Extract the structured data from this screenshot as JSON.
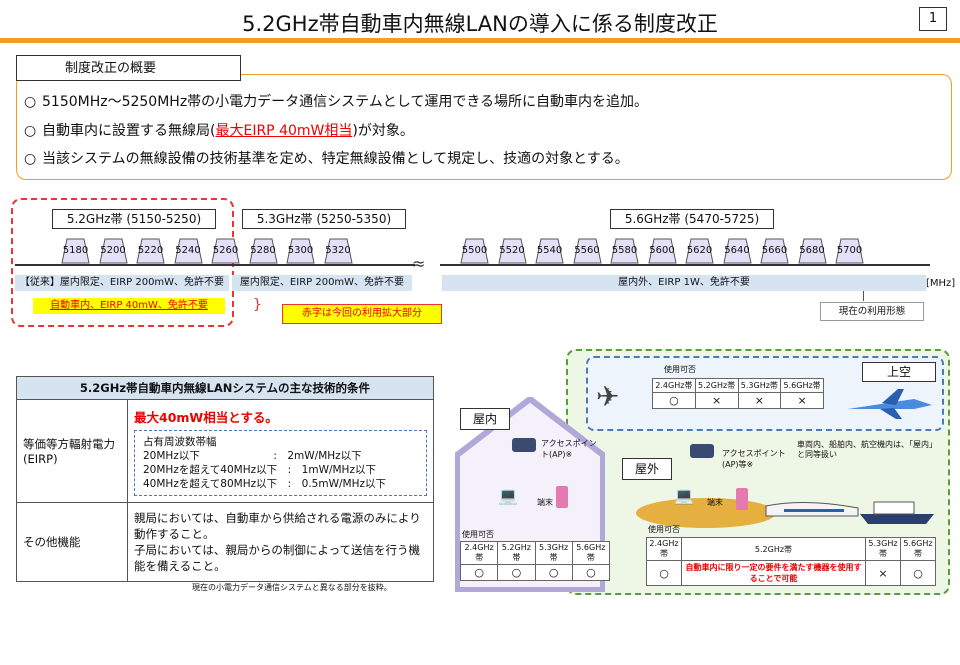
{
  "header": {
    "title": "5.2GHz帯自動車内無線LANの導入に係る制度改正",
    "page_number": "1"
  },
  "summary": {
    "label": "制度改正の概要",
    "bullets": [
      {
        "mark": "○",
        "text": "5150MHz〜5250MHz帯の小電力データ通信システムとして運用できる場所に自動車内を追加。"
      },
      {
        "mark": "○",
        "pre": "自動車内に設置する無線局(",
        "em": "最大EIRP 40mW相当",
        "post": ")が対象。"
      },
      {
        "mark": "○",
        "text": "当該システムの無線設備の技術基準を定め、特定無線設備として規定し、技適の対象とする。"
      }
    ]
  },
  "bands": {
    "labels": [
      "5.2GHz帯 (5150-5250)",
      "5.3GHz帯 (5250-5350)",
      "5.6GHz帯 (5470-5725)"
    ],
    "channels_low": [
      "5180",
      "5200",
      "5220",
      "5240",
      "5260",
      "5280",
      "5300",
      "5320"
    ],
    "channels_high": [
      "5500",
      "5520",
      "5540",
      "5560",
      "5580",
      "5600",
      "5620",
      "5640",
      "5660",
      "5680",
      "5700"
    ],
    "unit": "[MHz]",
    "row1": [
      "【従来】屋内限定、EIRP 200mW、免許不要",
      "屋内限定、EIRP 200mW、免許不要",
      "屋内外、EIRP 1W、免許不要"
    ],
    "new_use": "自動車内、EIRP 40mW、免許不要",
    "note_red": "赤字は今回の利用拡大部分",
    "note_current": "現在の利用形態"
  },
  "spec_table": {
    "title": "5.2GHz帯自動車内無線LANシステムの主な技術的条件",
    "row1_label": "等価等方輻射電力(EIRP)",
    "row1_red": "最大40mW相当とする。",
    "bw_title": "占有周波数帯幅",
    "bw_lines": [
      "20MHz以下　　　　　　　:　2mW/MHz以下",
      "20MHzを超えて40MHz以下　:　1mW/MHz以下",
      "40MHzを超えて80MHz以下　:　0.5mW/MHz以下"
    ],
    "row2_label": "その他機能",
    "row2_text1": "親局においては、自動車から供給される電源のみにより動作すること。",
    "row2_text2": "子局においては、親局からの制御によって送信を行う機能を備えること。",
    "footnote": "現在の小電力データ通信システムと異なる部分を抜粋。"
  },
  "illustration": {
    "sky_label": "上空",
    "indoor_label": "屋内",
    "outdoor_label": "屋外",
    "usable": "使用可否",
    "bands_short": [
      "2.4GHz帯",
      "5.2GHz帯",
      "5.3GHz帯",
      "5.6GHz帯"
    ],
    "sky_values": [
      "○",
      "×",
      "×",
      "×"
    ],
    "indoor_values": [
      "○",
      "○",
      "○",
      "○"
    ],
    "outdoor_24": "○",
    "outdoor_52": "自動車内に限り一定の要件を満たす機器を使用することで可能",
    "outdoor_53": "×",
    "outdoor_56": "○",
    "ap_label": "アクセスポイント(AP)※",
    "ap_label2": "アクセスポイント(AP)等※",
    "terminal": "端末",
    "vehicle_note": "車両内、船舶内、航空機内は、「屋内」と同等扱い",
    "colors": {
      "orange": "#f0a020",
      "red": "#e00000",
      "yellow": "#ffff00",
      "lavender": "#e4e0f8",
      "light_blue": "#d6e4f2",
      "green_dash": "#5a9e3a"
    }
  }
}
